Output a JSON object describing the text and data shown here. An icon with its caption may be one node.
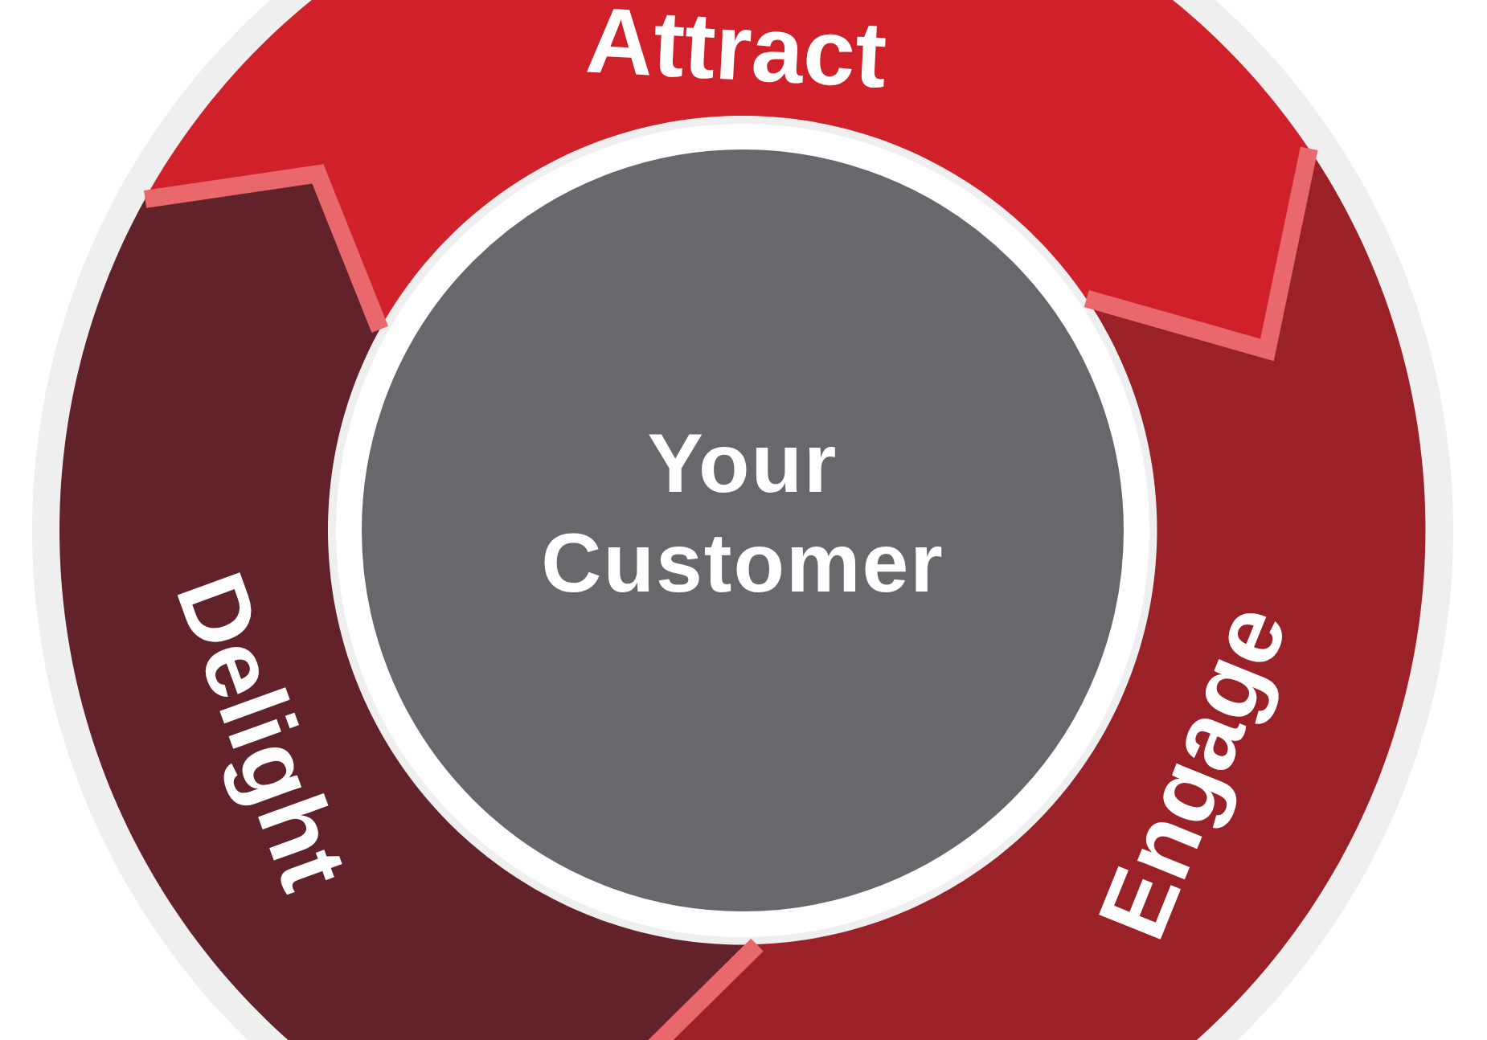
{
  "diagram": {
    "nodes": [
      {
        "text": [
          "Attract"
        ]
      },
      {
        "text": [
          "Delight"
        ]
      },
      {
        "text": [
          "Your Customer"
        ]
      },
      {
        "text": [
          "Engage"
        ]
      }
    ]
  }
}
